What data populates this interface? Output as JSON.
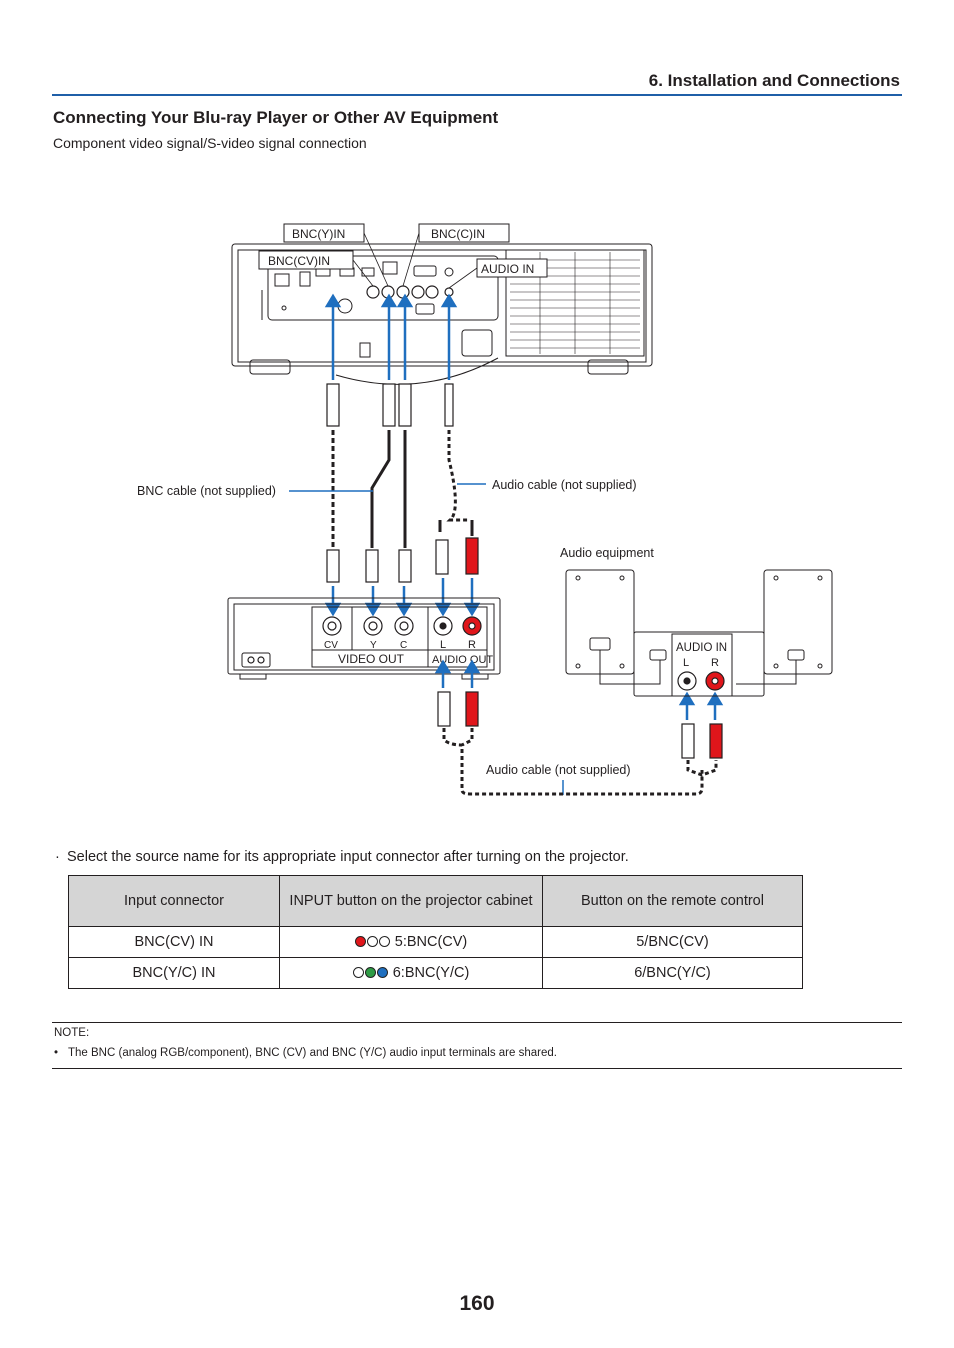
{
  "header": {
    "section": "6. Installation and Connections"
  },
  "section": {
    "title": "Connecting Your Blu-ray Player or Other AV Equipment",
    "subtitle": "Component video signal/S-video signal connection"
  },
  "diagram": {
    "projector_labels": {
      "bnc_y": "BNC(Y)IN",
      "bnc_c": "BNC(C)IN",
      "bnc_cv": "BNC(CV)IN",
      "audio": "AUDIO IN"
    },
    "callouts": {
      "bnc_cable": "BNC cable (not supplied)",
      "audio_cable_top": "Audio cable (not supplied)",
      "audio_equipment": "Audio equipment",
      "audio_cable_bottom": "Audio cable (not supplied)"
    },
    "player": {
      "cv": "CV",
      "y": "Y",
      "c": "C",
      "l": "L",
      "r": "R",
      "video_out": "VIDEO OUT",
      "audio_out": "AUDIO OUT"
    },
    "speaker": {
      "audio_in": "AUDIO IN",
      "l": "L",
      "r": "R"
    },
    "colors": {
      "accent": "#1f6fbf",
      "red": "#e0161b",
      "dark": "#231f20"
    }
  },
  "bullet": "Select the source name for its appropriate input connector after turning on the projector.",
  "table": {
    "headers": [
      "Input connector",
      "INPUT button on the projector cabinet",
      "Button on the remote control"
    ],
    "rows": [
      [
        "BNC(CV) IN",
        "5:BNC(CV)",
        "5/BNC(CV)"
      ],
      [
        "BNC(Y/C) IN",
        "6:BNC(Y/C)",
        "6/BNC(Y/C)"
      ]
    ]
  },
  "note": {
    "label": "NOTE:",
    "text": "The BNC (analog RGB/component), BNC (CV) and BNC (Y/C) audio input terminals are shared."
  },
  "page_number": "160"
}
